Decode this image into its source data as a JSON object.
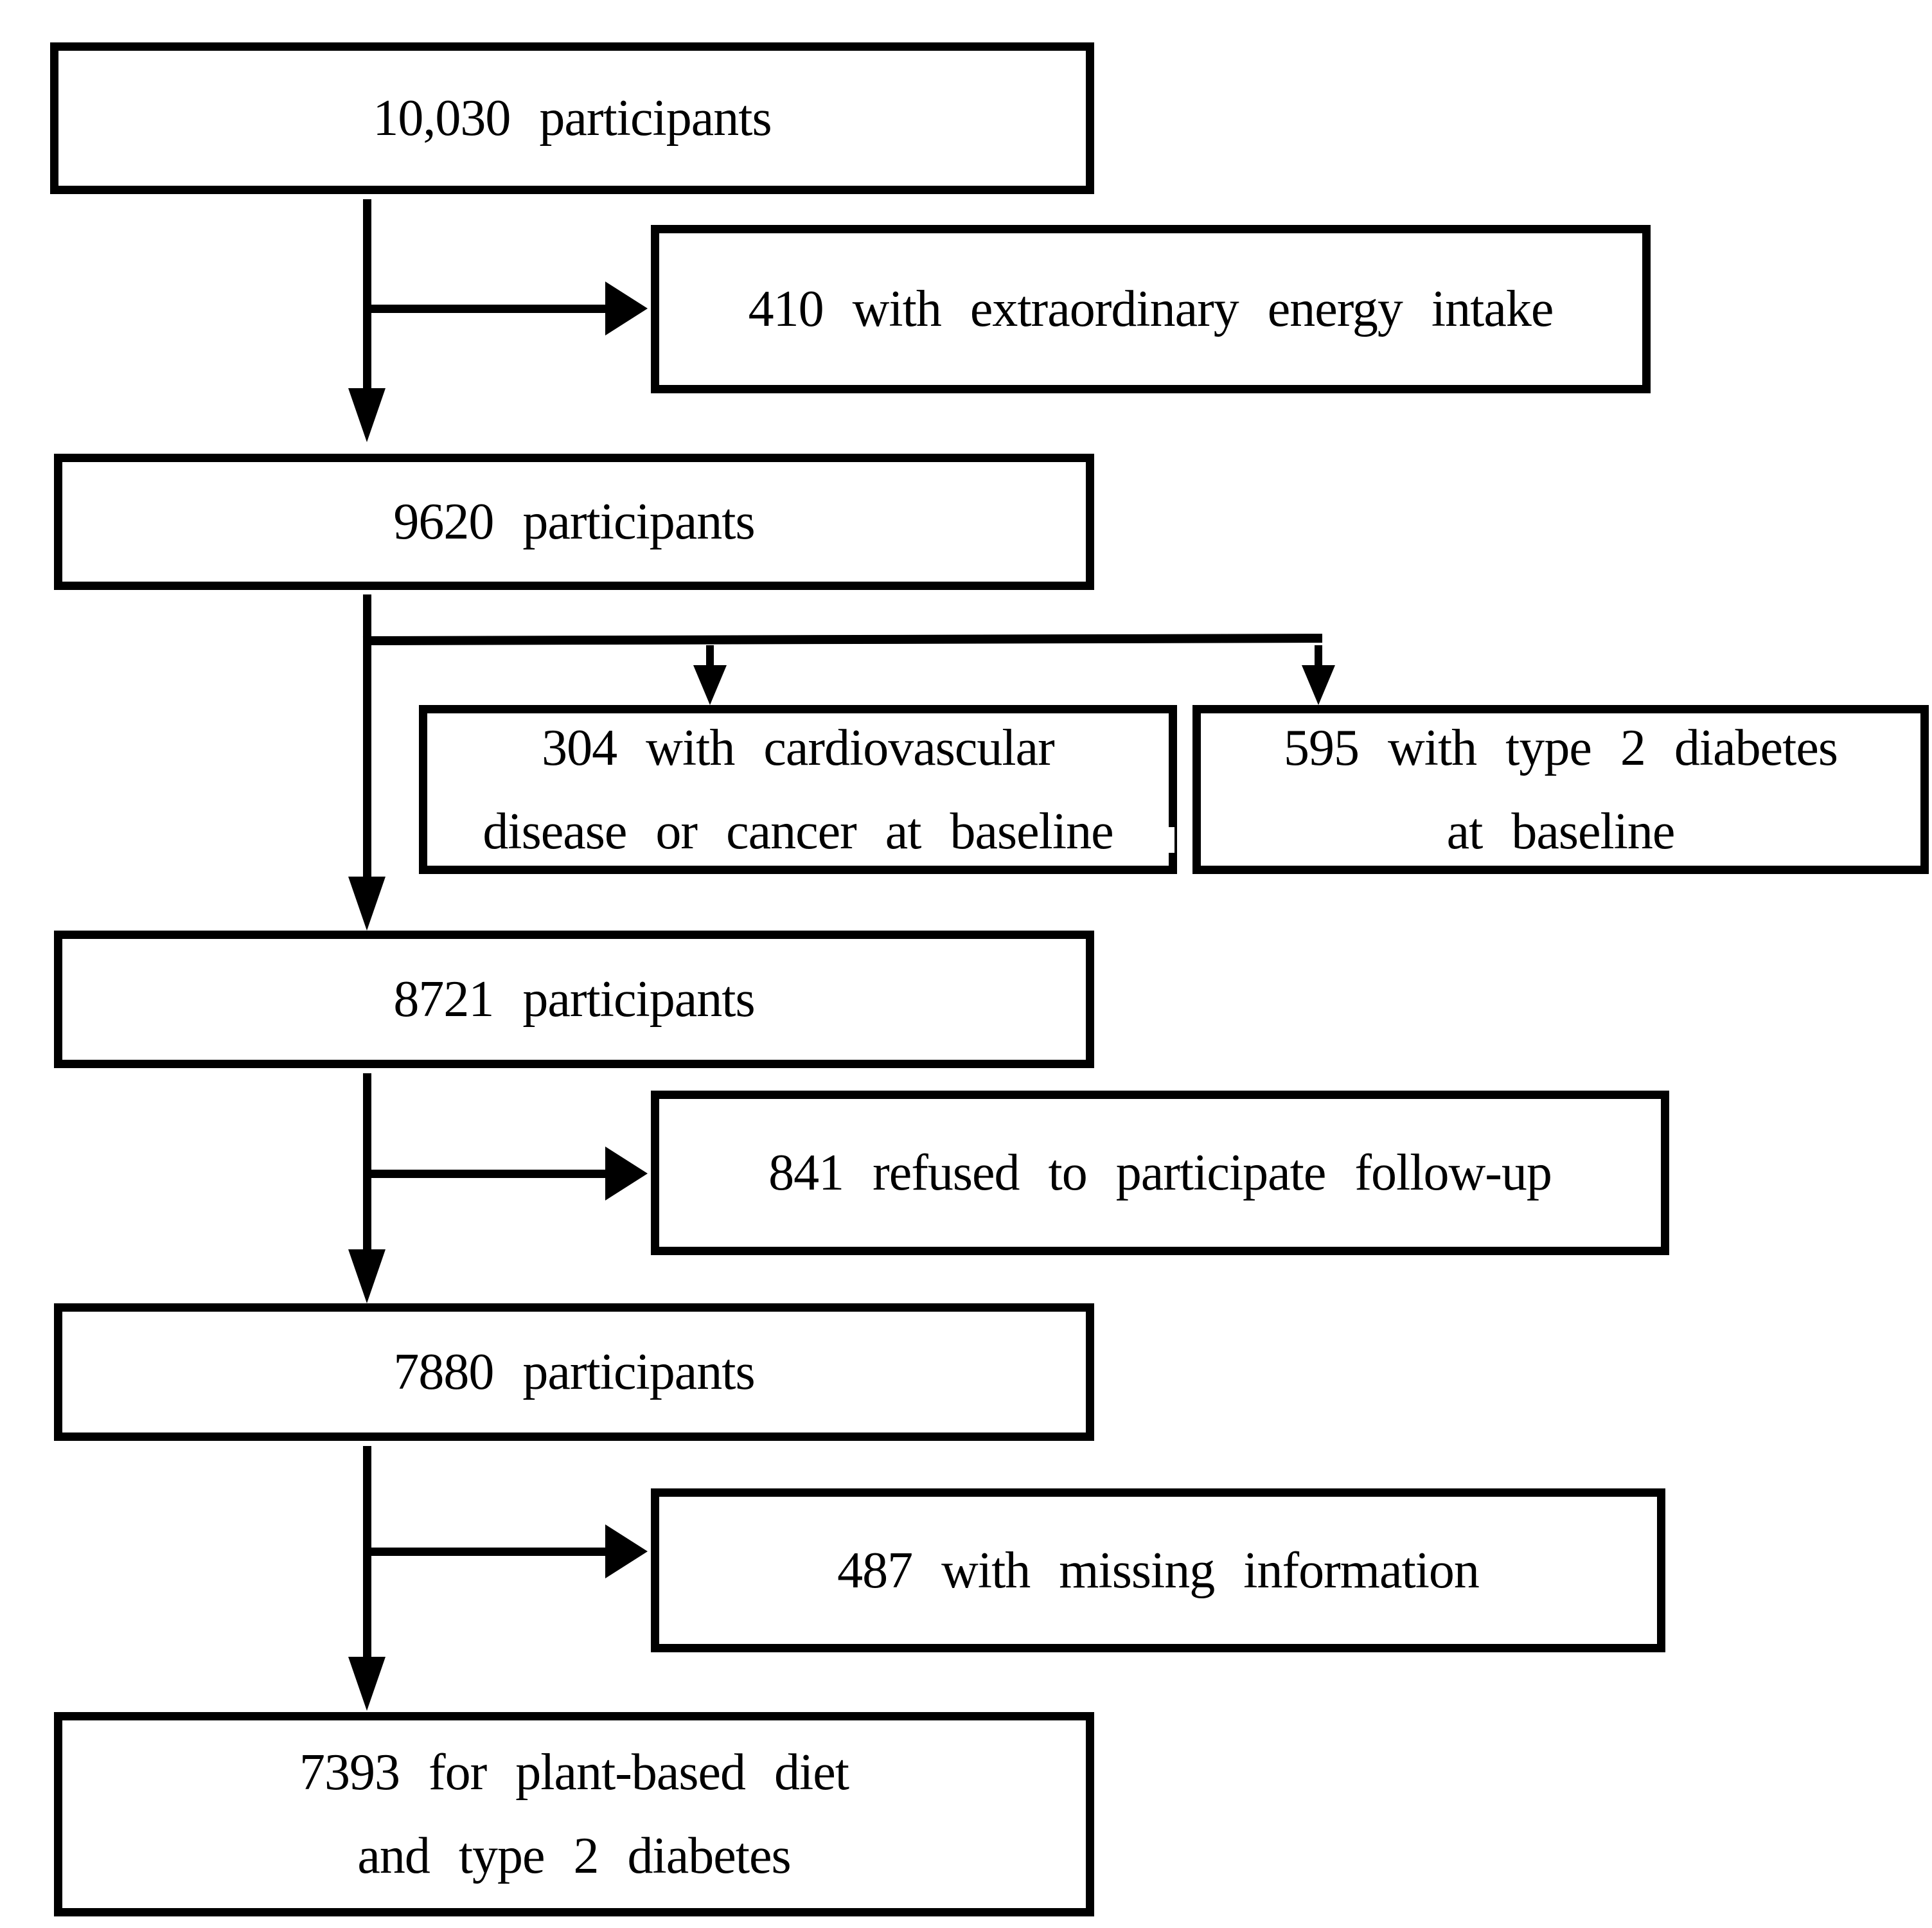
{
  "figure": {
    "type": "flowchart",
    "background": "#ffffff",
    "ink_color": "#000000"
  },
  "boxes": {
    "b1": {
      "text": "10,030 participants"
    },
    "b410": {
      "text": "410 with extraordinary energy intake"
    },
    "b2": {
      "text": "9620 participants"
    },
    "b304": {
      "line1": "304 with cardiovascular",
      "line2": "disease or cancer at baseline"
    },
    "b595": {
      "line1": "595 with type 2 diabetes",
      "line2": "at baseline"
    },
    "b3": {
      "text": "8721 participants"
    },
    "b841": {
      "text": "841 refused to participate follow-up"
    },
    "b4": {
      "text": "7880 participants"
    },
    "b487": {
      "text": "487 with missing information"
    },
    "b5": {
      "line1": "7393 for plant-based diet",
      "line2": "and type 2 diabetes"
    }
  }
}
